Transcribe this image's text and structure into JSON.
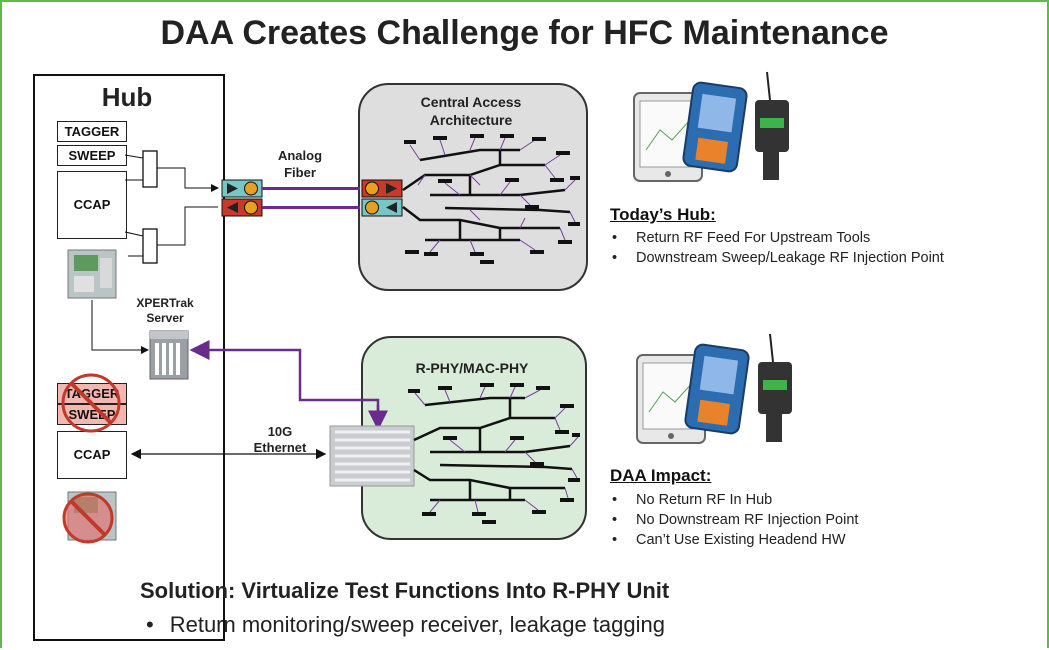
{
  "title": "DAA Creates Challenge for HFC Maintenance",
  "hub": {
    "label": "Hub",
    "top_boxes": [
      "TAGGER",
      "SWEEP",
      "CCAP"
    ],
    "server_label_1": "XPERTrak",
    "server_label_2": "Server",
    "bottom_boxes": [
      "TAGGER",
      "SWEEP",
      "CCAP"
    ]
  },
  "links": {
    "analog_1": "Analog",
    "analog_2": "Fiber",
    "ethernet_1": "10G",
    "ethernet_2": "Ethernet"
  },
  "central": {
    "title_1": "Central Access",
    "title_2": "Architecture"
  },
  "rphy": {
    "title": "R-PHY/MAC-PHY"
  },
  "today": {
    "heading": "Today’s Hub:",
    "bullets": [
      "Return RF Feed For Upstream Tools",
      "Downstream Sweep/Leakage RF Injection Point"
    ]
  },
  "daa": {
    "heading": "DAA Impact:",
    "bullets": [
      "No Return RF In Hub",
      "No Downstream RF Injection Point",
      "Can’t Use Existing Headend HW"
    ]
  },
  "solution": {
    "heading": "Solution:  Virtualize Test Functions Into R-PHY Unit",
    "bullet": "Return monitoring/sweep receiver, leakage tagging"
  },
  "colors": {
    "frame": "#5dbb46",
    "fiber": "#6a2c8c",
    "central_bg": "#dedede",
    "rphy_bg": "#d9ecd9",
    "node_orange": "#e36c1c"
  }
}
